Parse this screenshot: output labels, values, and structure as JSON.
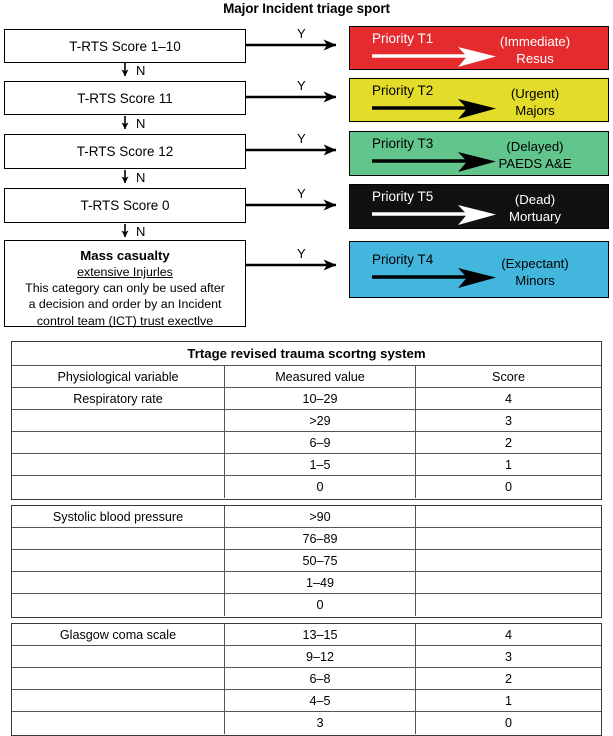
{
  "title": "Major Incident triage sport",
  "decisions": [
    {
      "id": "d1",
      "label": "T-RTS Score 1–10"
    },
    {
      "id": "d2",
      "label": "T-RTS Score 11"
    },
    {
      "id": "d3",
      "label": "T-RTS Score 12"
    },
    {
      "id": "d4",
      "label": "T-RTS Score 0"
    }
  ],
  "mass_casualty": {
    "heading": "Mass casualty",
    "subheading": "extensive Injurles",
    "line1": "This category can only be used after",
    "line2": "a decision and order by an Incident",
    "line3": "control team (ICT) trust exectlve"
  },
  "branch_labels": {
    "yes": "Y",
    "no": "N"
  },
  "priorities": [
    {
      "id": "t1",
      "label": "Priority T1",
      "outcome_line1": "(Immediate)",
      "outcome_line2": "Resus",
      "color": "#E42B2E",
      "text_color": "#ffffff",
      "arrow_color": "#ffffff"
    },
    {
      "id": "t2",
      "label": "Priority T2",
      "outcome_line1": "(Urgent)",
      "outcome_line2": "Majors",
      "color": "#E3DC2A",
      "text_color": "#000000",
      "arrow_color": "#000000"
    },
    {
      "id": "t3",
      "label": "Priority T3",
      "outcome_line1": "(Delayed)",
      "outcome_line2": "PAEDS A&E",
      "color": "#62C68C",
      "text_color": "#000000",
      "arrow_color": "#000000"
    },
    {
      "id": "t5",
      "label": "Priority T5",
      "outcome_line1": "(Dead)",
      "outcome_line2": "Mortuary",
      "color": "#111111",
      "text_color": "#ffffff",
      "arrow_color": "#ffffff"
    },
    {
      "id": "t4",
      "label": "Priority T4",
      "outcome_line1": "(Expectant)",
      "outcome_line2": "Minors",
      "color": "#43B6DE",
      "text_color": "#000000",
      "arrow_color": "#000000"
    }
  ],
  "table": {
    "title": "Trtage revised trauma scortng system",
    "headers": [
      "Physiological variable",
      "Measured value",
      "Score"
    ],
    "sections": [
      {
        "variable": "Respiratory rate",
        "rows": [
          {
            "variable": "Respiratory rate",
            "value": "10–29",
            "score": "4"
          },
          {
            "variable": "",
            "value": ">29",
            "score": "3"
          },
          {
            "variable": "",
            "value": "6–9",
            "score": "2"
          },
          {
            "variable": "",
            "value": "1–5",
            "score": "1"
          },
          {
            "variable": "",
            "value": "0",
            "score": "0"
          }
        ]
      },
      {
        "variable": "Systolic blood pressure",
        "rows": [
          {
            "variable": "Systolic blood pressure",
            "value": ">90",
            "score": ""
          },
          {
            "variable": "",
            "value": "76–89",
            "score": ""
          },
          {
            "variable": "",
            "value": "50–75",
            "score": ""
          },
          {
            "variable": "",
            "value": "1–49",
            "score": ""
          },
          {
            "variable": "",
            "value": "0",
            "score": ""
          }
        ]
      },
      {
        "variable": "Glasgow coma scale",
        "rows": [
          {
            "variable": "Glasgow coma scale",
            "value": "13–15",
            "score": "4"
          },
          {
            "variable": "",
            "value": "9–12",
            "score": "3"
          },
          {
            "variable": "",
            "value": "6–8",
            "score": "2"
          },
          {
            "variable": "",
            "value": "4–5",
            "score": "1"
          },
          {
            "variable": "",
            "value": "3",
            "score": "0"
          }
        ]
      }
    ]
  }
}
